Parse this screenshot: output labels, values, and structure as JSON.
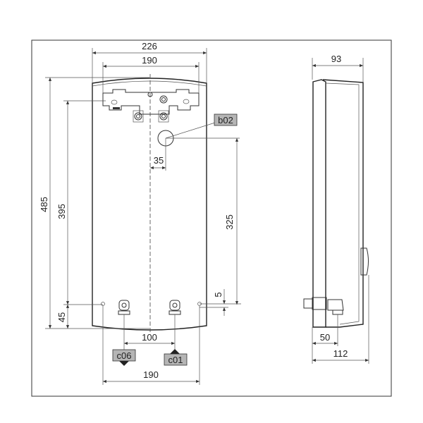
{
  "front_view": {
    "dim_width_total": "226",
    "dim_width_top": "190",
    "dim_height_total": "485",
    "dim_height_mount": "395",
    "dim_bottom_offset": "45",
    "dim_outlet_offset": "35",
    "dim_outlet_height": "325",
    "dim_small_offset": "5",
    "dim_connection_spacing": "100",
    "dim_width_bottom": "190",
    "labels": {
      "outlet": "b02",
      "cold_inlet": "c01",
      "hot_outlet": "c06"
    }
  },
  "side_view": {
    "dim_depth_top": "93",
    "dim_connection_depth": "50",
    "dim_depth_total": "112"
  },
  "colors": {
    "line": "#333333",
    "tag_fill": "#b5b5b5"
  }
}
